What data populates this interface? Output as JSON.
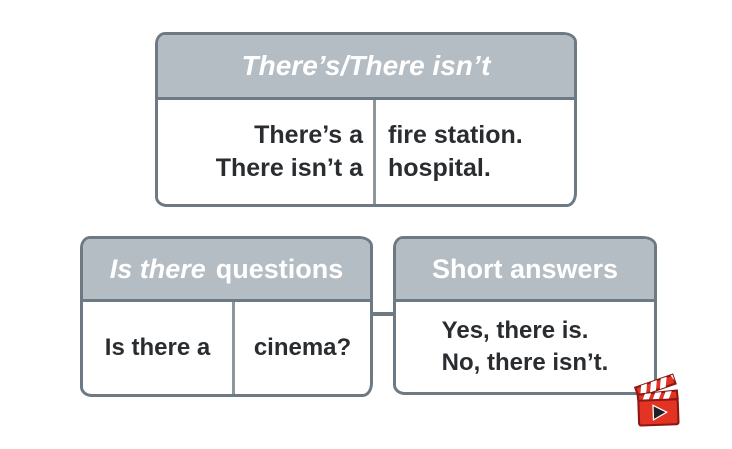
{
  "colors": {
    "header_bg": "#b4bdc4",
    "border": "#6e7a83",
    "divider": "#8d979e",
    "header_text": "#ffffff",
    "body_text": "#2a2d30",
    "connector": "#6e7a83",
    "icon_red": "#e23323",
    "icon_outline": "#8c1713",
    "icon_play": "#1e2124"
  },
  "tables": {
    "theres_there_isnt": {
      "title": "There’s/There isn’t",
      "left_cell_lines": [
        "There’s a",
        "There isn’t a"
      ],
      "right_cell_lines": [
        "fire station.",
        "hospital."
      ]
    },
    "is_there_questions": {
      "title_italic": "Is there",
      "title_rest": "questions",
      "left_cell": "Is there a",
      "right_cell": "cinema?"
    },
    "short_answers": {
      "title": "Short answers",
      "lines": [
        "Yes, there is.",
        "No, there isn’t."
      ]
    }
  },
  "icons": {
    "video": "video-clapperboard-icon"
  }
}
